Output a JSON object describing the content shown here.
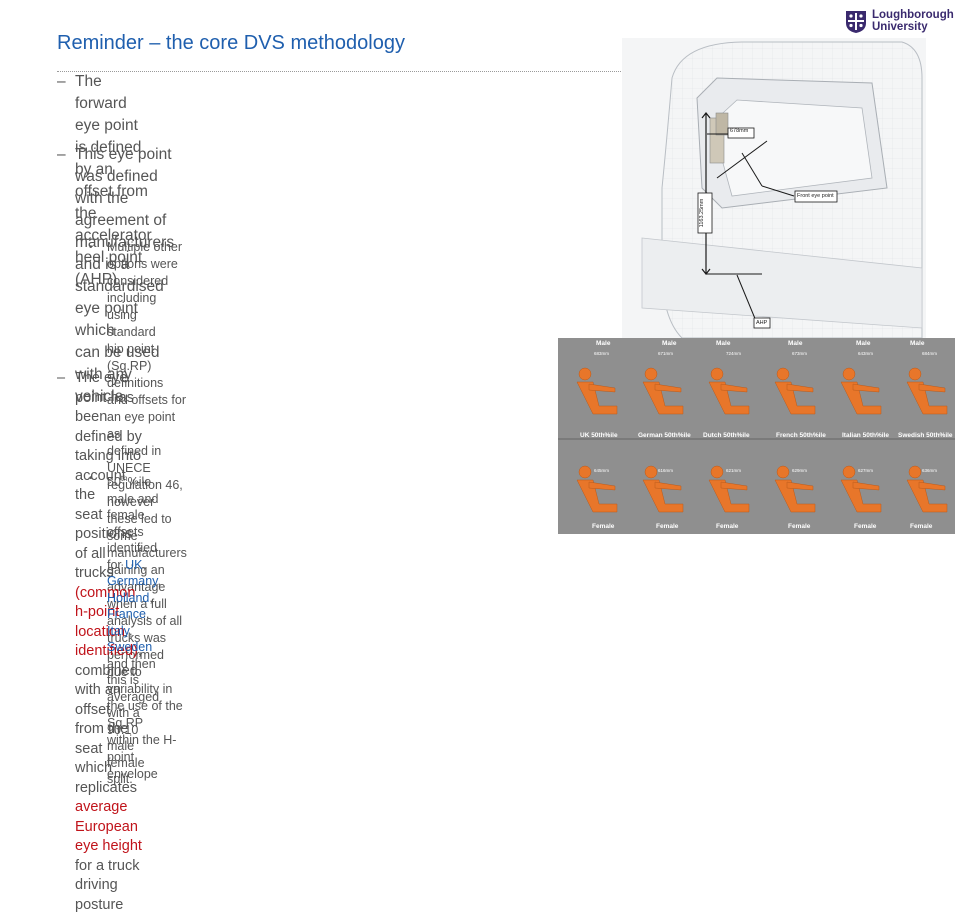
{
  "slide": {
    "title": "Reminder – the core DVS methodology",
    "logo": {
      "line1": "Loughborough",
      "line2": "University"
    },
    "bullets": [
      {
        "marker": "–",
        "lines": [
          "The forward eye point is defined by an offset from the",
          "accelerator heel point (AHP)"
        ]
      },
      {
        "marker": "–",
        "lines": [
          "This eye point was defined with the agreement of",
          "manufacturers and is a standardised eye point which",
          "can be used with any vehicle"
        ]
      }
    ],
    "sub_bullet_1": {
      "marker": "•",
      "lines": [
        "Multiple other options were considered including using standard",
        "hip point (Sg.RP) definitions and offsets for an eye point as",
        "defined in UNECE regulation 46, however these led to some",
        "manufacturers gaining an advantage when a full analysis of all",
        "trucks was performed due to variability in the use of the Sg.RP",
        "within the H-point envelope"
      ]
    },
    "bullet_3": {
      "marker": "–",
      "l1": "The eye point has been defined by taking into account the",
      "l2a": "seat positions of all trucks ",
      "l2b": "(common h-point location",
      "l3a": "identified)",
      "l3b": ", combined with an offset from the seat which",
      "l4a": "replicates ",
      "l4b": "average European eye height",
      "l4c": " for a truck driving",
      "l5": "posture"
    },
    "sub_bullet_2": {
      "marker": "•",
      "l1a": "50",
      "l1sup": "th",
      "l1b": "%ile male and female offsets identified for ",
      "uk": "UK",
      "comma1": ", ",
      "germany": "Germany",
      "comma2": ",",
      "holland": "Holland",
      "comma3": ", ",
      "france": "France",
      "comma4": ", ",
      "italy": "Italy",
      "comma5": ", ",
      "sweden": "Sweden",
      "l2tail": " and then this is averaged with a",
      "l3": "90:10 male female split."
    },
    "diagram": {
      "dim1": "678mm",
      "dim2": "1163.25mm",
      "front_eye": "Front eye point",
      "ahp": "AHP"
    },
    "photos": {
      "top_label": "Male",
      "bottom_label": "Female",
      "male_dims": [
        "683mm",
        "671mm",
        "724mm",
        "673mm",
        "643mm",
        "684mm"
      ],
      "female_dims": [
        "645mm",
        "616mm",
        "621mm",
        "629mm",
        "627mm",
        "636mm"
      ],
      "captions": [
        "UK 50th%ile",
        "German 50th%ile",
        "Dutch 50th%ile",
        "French 50th%ile",
        "Italian 50th%ile",
        "Swedish 50th%ile"
      ]
    }
  },
  "colors": {
    "title": "#1f5fae",
    "highlight_red": "#c0131a",
    "highlight_blue": "#1f5fae",
    "logo": "#3a2a6e",
    "figure_orange": "#e8762a"
  }
}
